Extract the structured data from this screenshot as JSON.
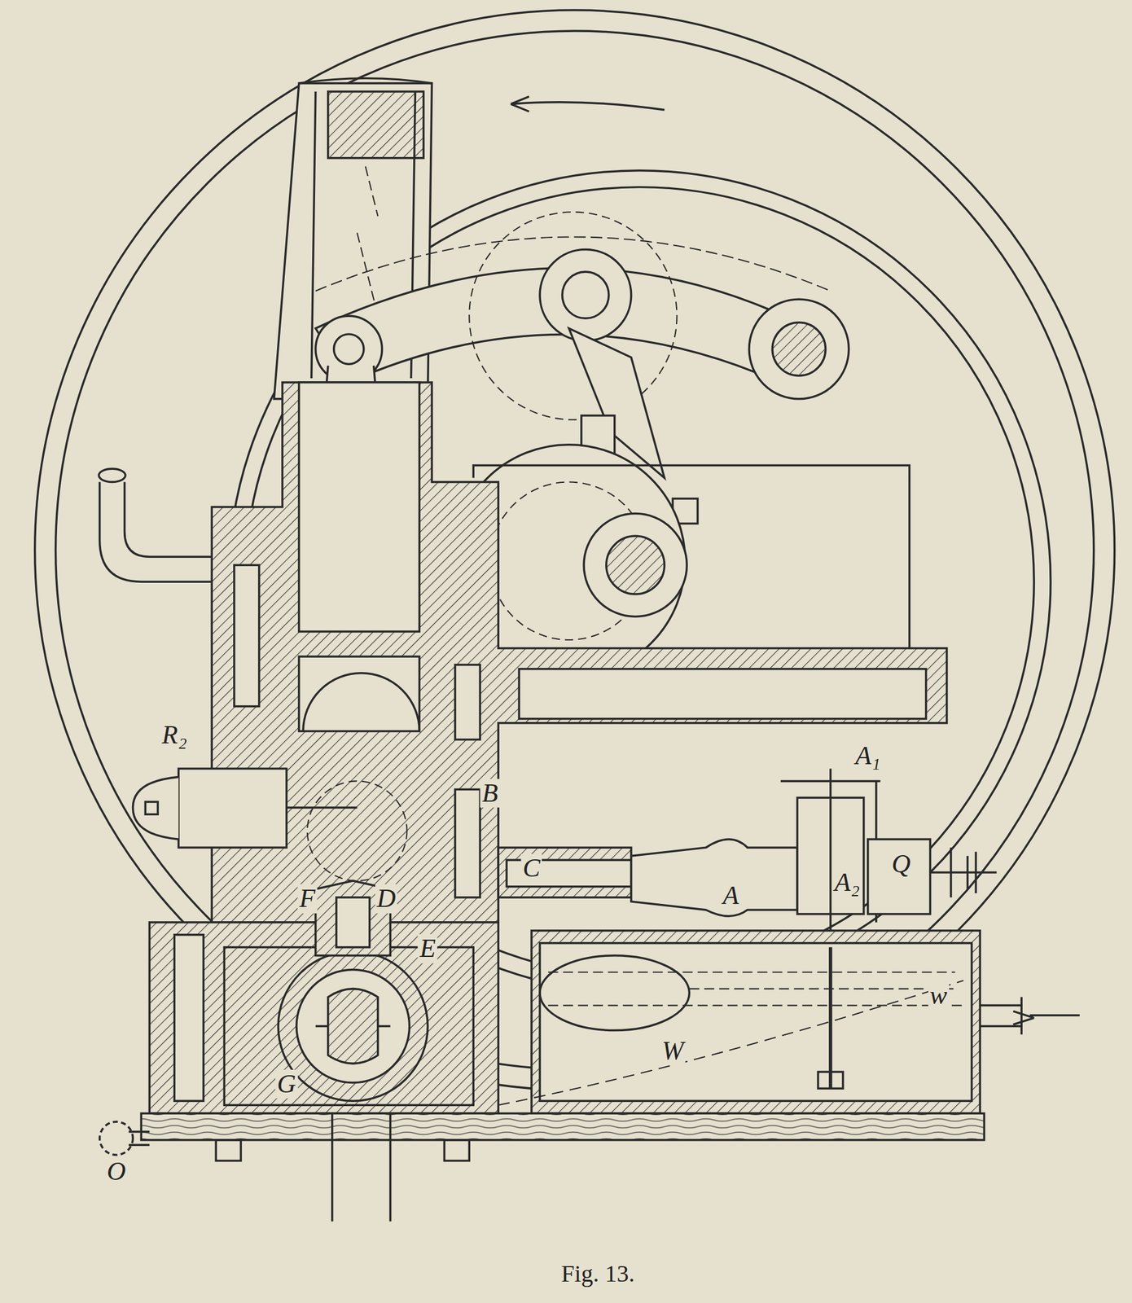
{
  "diagram": {
    "caption": "Fig. 13.",
    "labels": [
      "R₂",
      "B",
      "C",
      "F",
      "D",
      "E",
      "G",
      "O",
      "A",
      "A₁",
      "A₂",
      "Q",
      "W",
      "w"
    ]
  }
}
